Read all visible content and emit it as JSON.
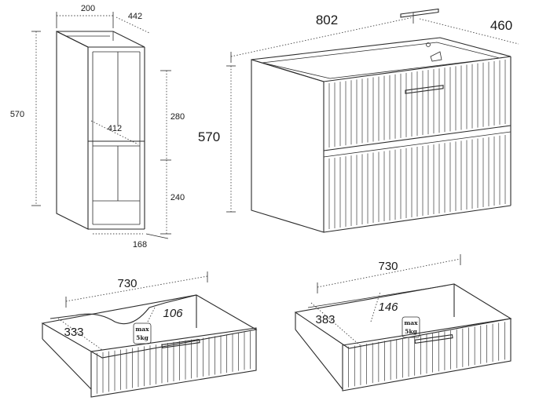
{
  "side_cabinet": {
    "width": "200",
    "depth": "442",
    "height": "570",
    "inner_depth": "412",
    "upper_shelf_height": "280",
    "lower_shelf_height": "240",
    "bottom_depth": "168"
  },
  "vanity_cabinet": {
    "width": "802",
    "depth": "460",
    "height": "570"
  },
  "drawer_upper": {
    "width": "730",
    "depth": "333",
    "cutout_depth": "106",
    "load_label_line1": "max",
    "load_label_line2": "5kg"
  },
  "drawer_lower": {
    "width": "730",
    "depth": "383",
    "inner_height": "146",
    "load_label_line1": "max",
    "load_label_line2": "5kg"
  }
}
